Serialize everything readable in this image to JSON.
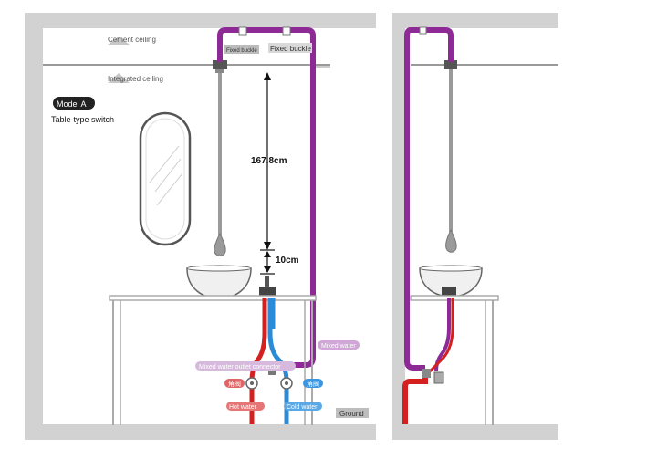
{
  "labels": {
    "cement_ceiling": "Cement ceiling",
    "fixed_buckle_small": "Fixed buckle",
    "fixed_buckle": "Fixed buckle",
    "integrated_ceiling": "Integrated ceiling",
    "model": "Model A",
    "switch_type": "Table-type switch",
    "height_main": "167.8cm",
    "height_gap": "10cm",
    "mixed_water": "Mixed water",
    "mixed_water_outlet": "Mixed water outlet connector",
    "angle_valve_left": "角阀",
    "angle_valve_right": "角阀",
    "hot_water": "Hot water",
    "cold_water": "Cold water",
    "ground": "Ground"
  },
  "colors": {
    "pipe_purple": "#8e2a96",
    "hot_red": "#d32020",
    "cold_blue": "#2c8bd6",
    "wall_gray": "#d2d2d2",
    "line_gray": "#888888",
    "badge_dark": "#222222",
    "tag_gray": "#9a9a9a"
  }
}
